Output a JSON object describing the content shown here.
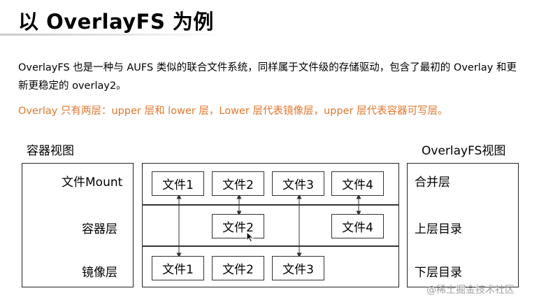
{
  "title": "以 OverlayFS 为例",
  "intro": "OverlayFS 也是一种与 AUFS 类似的联合文件系统，同样属于文件级的存储驱动，包含了最初的 Overlay 和更新更稳定的 overlay2。",
  "highlight": {
    "text": "Overlay 只有两层：upper 层和 lower 层，Lower 层代表镜像层，upper 层代表容器可写层。",
    "color": "#e2772d"
  },
  "diagram": {
    "left_header": "容器视图",
    "right_header": "OverlayFS视图",
    "left_rows": [
      "文件Mount",
      "容器层",
      "镜像层"
    ],
    "right_rows": [
      "合并层",
      "上层目录",
      "下层目录"
    ],
    "mount_row": [
      "文件1",
      "文件2",
      "文件3",
      "文件4"
    ],
    "container_row": [
      "文件2",
      "文件4"
    ],
    "image_row": [
      "文件1",
      "文件2",
      "文件3"
    ]
  },
  "watermark": "@稀土掘金技术社区"
}
